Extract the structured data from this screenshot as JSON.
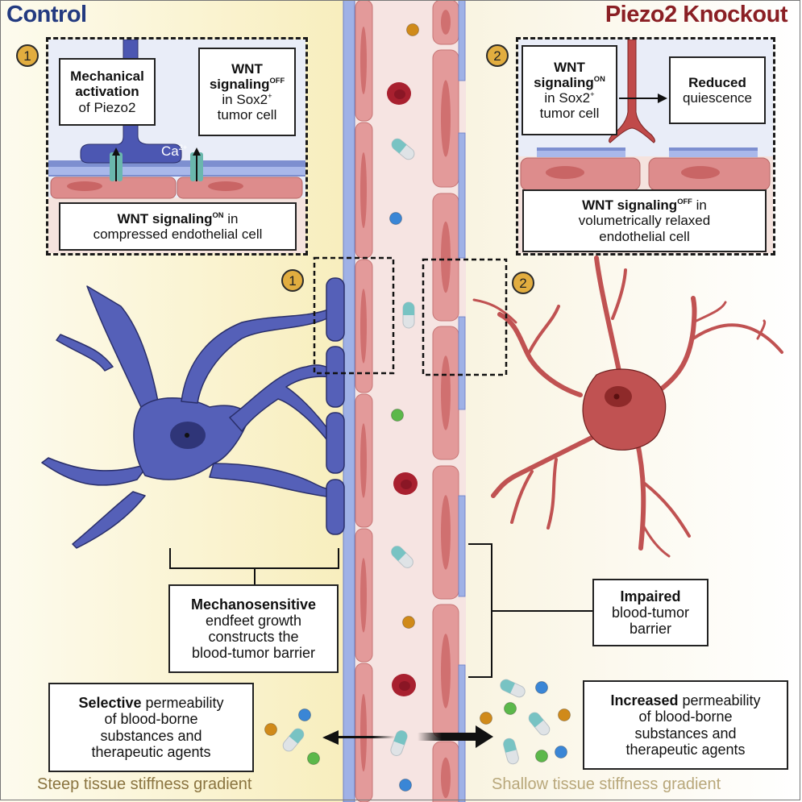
{
  "panels": {
    "control": {
      "title": "Control",
      "title_color": "#233a80",
      "badge": "1",
      "inset": {
        "box_left": {
          "bold": "Mechanical activation",
          "rest": "of Piezo2"
        },
        "box_right": {
          "bold": "WNT signaling",
          "sup": "OFF",
          "rest1": "in Sox2",
          "rest1_sup": "+",
          "rest2": "tumor cell"
        },
        "ion_label": "Ca",
        "ion_sup": "2+",
        "box_bottom": {
          "bold": "WNT signaling",
          "sup": "ON",
          "rest_inline": " in",
          "rest": "compressed endothelial cell"
        }
      },
      "callout": {
        "bold": "Mechanosensitive",
        "rest": [
          "endfeet growth",
          "constructs the",
          "blood-tumor barrier"
        ]
      },
      "permeability": {
        "bold": "Selective",
        "rest_inline": " permeability",
        "rest": [
          "of blood-borne",
          "substances and",
          "therapeutic agents"
        ]
      },
      "gradient_label": "Steep tissue stiffness gradient",
      "gradient_color": "#8a7440"
    },
    "knockout": {
      "title": "Piezo2 Knockout",
      "title_color": "#8a1f24",
      "badge": "2",
      "inset": {
        "box_left": {
          "bold1": "WNT",
          "bold2": "signaling",
          "sup": "ON",
          "rest1": "in Sox2",
          "rest1_sup": "+",
          "rest2": "tumor cell"
        },
        "box_right": {
          "bold": "Reduced",
          "rest": "quiescence"
        },
        "box_bottom": {
          "bold": "WNT signaling",
          "sup": "OFF",
          "rest_inline": " in",
          "rest": [
            "volumetrically relaxed",
            "endothelial cell"
          ]
        }
      },
      "callout": {
        "bold": "Impaired",
        "rest": [
          "blood-tumor",
          "barrier"
        ]
      },
      "permeability": {
        "bold": "Increased",
        "rest_inline": " permeability",
        "rest": [
          "of blood-borne",
          "substances and",
          "therapeutic agents"
        ]
      },
      "gradient_label": "Shallow tissue stiffness gradient",
      "gradient_color": "#b8a77a"
    }
  },
  "colors": {
    "astrocyte_control": "#5560b8",
    "astrocyte_knockout": "#c05252",
    "endothelial": "#e39a9a",
    "basement_membrane": "#9fb1e6",
    "lumen": "#f6e4e2",
    "badge": "#e2ad3f"
  }
}
